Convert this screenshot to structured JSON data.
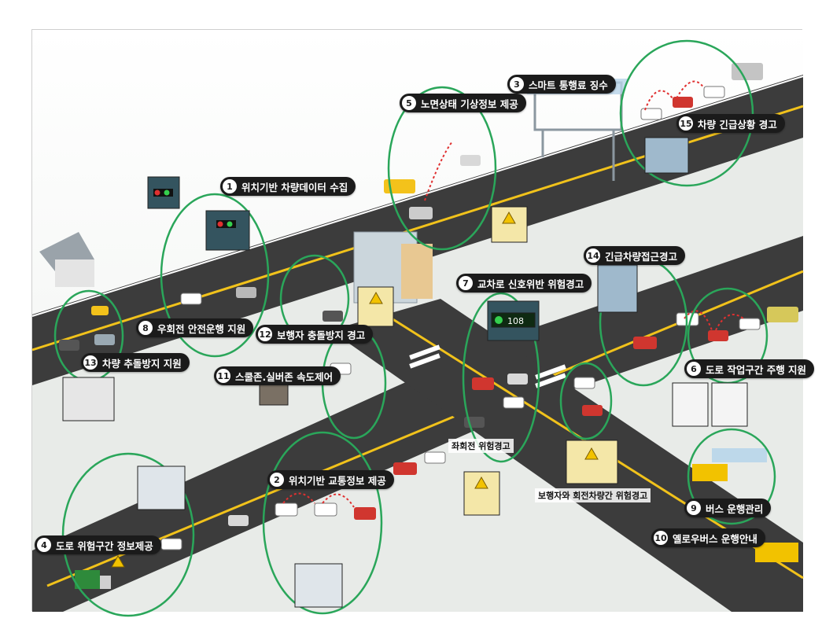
{
  "labels": [
    {
      "id": "1",
      "num": "1",
      "text": "위치기반 차량데이터 수집"
    },
    {
      "id": "2",
      "num": "2",
      "text": "위치기반 교통정보 제공"
    },
    {
      "id": "3",
      "num": "3",
      "text": "스마트 통행료 징수"
    },
    {
      "id": "4",
      "num": "4",
      "text": "도로 위험구간 정보제공"
    },
    {
      "id": "5",
      "num": "5",
      "text": "노면상태 기상정보 제공"
    },
    {
      "id": "6",
      "num": "6",
      "text": "도로 작업구간 주행 지원"
    },
    {
      "id": "7",
      "num": "7",
      "text": "교차로 신호위반 위험경고"
    },
    {
      "id": "8",
      "num": "8",
      "text": "우회전 안전운행 지원"
    },
    {
      "id": "9",
      "num": "9",
      "text": "버스 운행관리"
    },
    {
      "id": "10",
      "num": "10",
      "text": "옐로우버스 운행안내"
    },
    {
      "id": "11",
      "num": "11",
      "text": "스쿨존.실버존 속도제어"
    },
    {
      "id": "12",
      "num": "12",
      "text": "보행자 충돌방지 경고"
    },
    {
      "id": "13",
      "num": "13",
      "text": "차량 추돌방지 지원"
    },
    {
      "id": "14",
      "num": "14",
      "text": "긴급차량접근경고"
    },
    {
      "id": "15",
      "num": "15",
      "text": "차량 긴급상황 경고"
    }
  ],
  "captions": {
    "left_turn": "좌회전 위험경고",
    "ped_turn": "보행자와 회전차량간 위험경고"
  },
  "signal_display": "108",
  "colors": {
    "road": "#3b3b3b",
    "lane_yellow": "#f1c21b",
    "ring_green": "#2aa65a",
    "ground": "#e9ece9",
    "badge": "#1b1b1b"
  }
}
